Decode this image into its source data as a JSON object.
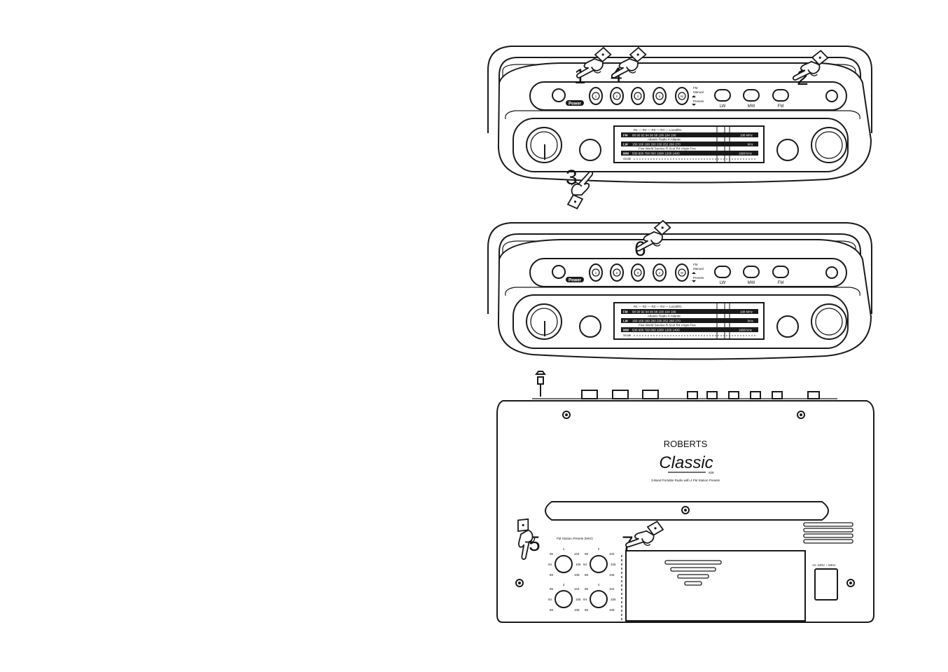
{
  "front_top": {
    "power_label": "Power",
    "preset_numbers": [
      "1",
      "2",
      "3",
      "4",
      "M"
    ],
    "mode_fm": "FM",
    "mode_manual": "Manual",
    "mode_presets": "Presets",
    "band_lw": "LW",
    "band_mw": "MW",
    "band_fm": "FM",
    "callouts": [
      "1",
      "4",
      "2",
      "3"
    ],
    "dial": {
      "stations_fm": "R1 — R2 — R3 — R4 — Local/R1",
      "fm_band": "FM",
      "fm_scale": "88  90  92  94  96  98 100   104  106",
      "fm_unit": "108 MHz",
      "lw_stations": "Atlantic      Radio 4     Atlantic",
      "lw_band": "LW",
      "lw_scale": "150  160   180   200   230   252  260   270",
      "lw_unit": "kHz",
      "mw_stations": "Five  World Service  R.Scot  R4  Virgin  Five",
      "mw_band": "MW",
      "mw_scale": "530   600   700   800  1000  1200  1400",
      "mw_unit": "1600 kHz",
      "scale_label": "Scale"
    }
  },
  "front_bottom": {
    "power_label": "Power",
    "preset_numbers": [
      "1",
      "2",
      "3",
      "4",
      "M"
    ],
    "mode_fm": "FM",
    "mode_manual": "Manual",
    "mode_presets": "Presets",
    "band_lw": "LW",
    "band_mw": "MW",
    "band_fm": "FM",
    "callouts": [
      "6"
    ],
    "dial": {
      "stations_fm": "R1 — R2 — R3 — R4 — Local/R1",
      "fm_band": "FM",
      "fm_scale": "88  90  92  94  96  98 100   104  106",
      "fm_unit": "108 MHz",
      "lw_stations": "Atlantic      Radio 4     Atlantic",
      "lw_band": "LW",
      "lw_scale": "150  160   180   200   230   252  260   270",
      "lw_unit": "kHz",
      "mw_stations": "Five  World Service  R.Scot  R4  Virgin  Five",
      "mw_band": "MW",
      "mw_scale": "530   600   700   800  1000  1200  1400",
      "mw_unit": "1600 kHz",
      "scale_label": "Scale"
    }
  },
  "back": {
    "brand": "ROBERTS",
    "model_script": "Classic",
    "model_number": "928",
    "tagline": "3-Band Portable Radio with 4 FM Station Presets",
    "presets_title": "FM Station Presets (MHz)",
    "preset_numbers": [
      "1",
      "2",
      "3",
      "4"
    ],
    "dial_ticks": [
      "96",
      "104",
      "94",
      "106",
      "88",
      "108"
    ],
    "power_rating": "AC 240V ~ 50Hz",
    "callouts": [
      "5",
      "7"
    ]
  }
}
